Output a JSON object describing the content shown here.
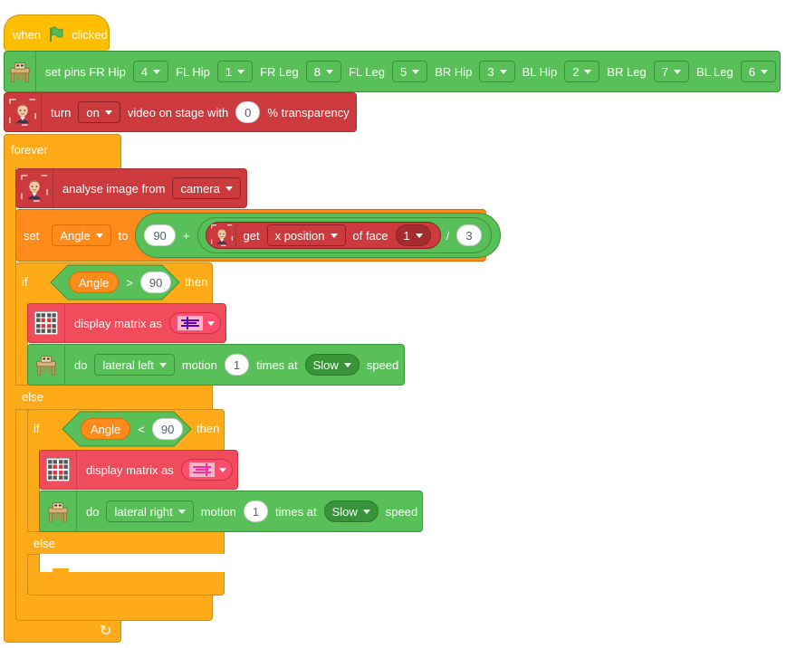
{
  "hat": {
    "when": "when",
    "clicked": "clicked",
    "flag_color": "#4cbf56"
  },
  "set_pins": {
    "label": "set pins FR Hip",
    "fr_hip": "4",
    "fl_hip_label": "FL Hip",
    "fl_hip": "1",
    "fr_leg_label": "FR Leg",
    "fr_leg": "8",
    "fl_leg_label": "FL Leg",
    "fl_leg": "5",
    "br_hip_label": "BR Hip",
    "br_hip": "3",
    "bl_hip_label": "BL Hip",
    "bl_hip": "2",
    "br_leg_label": "BR Leg",
    "br_leg": "7",
    "bl_leg_label": "BL Leg",
    "bl_leg": "6"
  },
  "video": {
    "turn": "turn",
    "state": "on",
    "text": "video on stage with",
    "transparency": "0",
    "suffix": "% transparency"
  },
  "forever": {
    "label": "forever"
  },
  "analyse": {
    "label": "analyse image from",
    "source": "camera"
  },
  "set_angle": {
    "set": "set",
    "variable": "Angle",
    "to": "to",
    "base": "90",
    "plus": "+",
    "get": "get",
    "property": "x position",
    "of_face": "of face",
    "face_index": "1",
    "divide": "/",
    "divisor": "3"
  },
  "if1": {
    "if": "if",
    "variable": "Angle",
    "op": ">",
    "value": "90",
    "then": "then",
    "display": "display matrix as",
    "do": "do",
    "motion_type": "lateral left",
    "motion": "motion",
    "times": "1",
    "times_at": "times at",
    "speed": "Slow",
    "speed_suffix": "speed",
    "else": "else"
  },
  "if2": {
    "if": "if",
    "variable": "Angle",
    "op": "<",
    "value": "90",
    "then": "then",
    "display": "display matrix as",
    "do": "do",
    "motion_type": "lateral right",
    "motion": "motion",
    "times": "1",
    "times_at": "times at",
    "speed": "Slow",
    "speed_suffix": "speed",
    "else": "else"
  },
  "colors": {
    "motion_green": "#59c059",
    "face_red": "#cd3a3e",
    "display_pink": "#f14c5b",
    "control_orange": "#ffab19",
    "event_yellow": "#ffbf00",
    "variable_orange": "#ff8c1a"
  },
  "icons": [
    "quadruped-robot-icon",
    "face-detection-icon",
    "led-matrix-icon",
    "green-flag-icon",
    "loop-arrow-icon"
  ]
}
